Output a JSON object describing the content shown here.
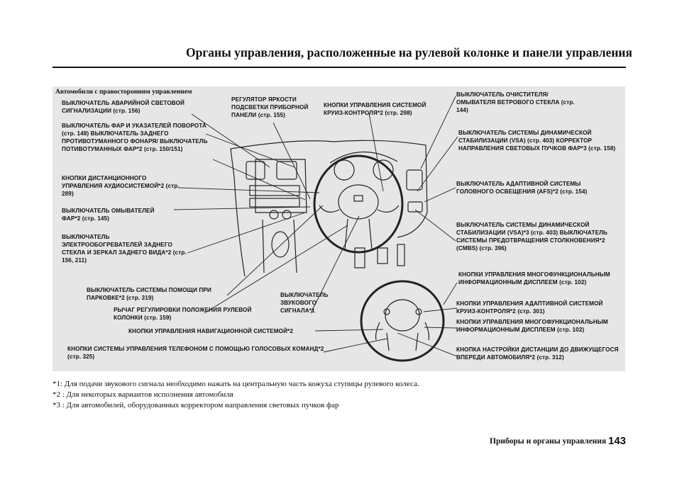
{
  "page": {
    "title": "Органы управления, расположенные на рулевой колонке и панели управления",
    "panel_heading": "Автомобили с правосторонним управлением",
    "page_number": "143",
    "section_footer": "Приборы и органы управления"
  },
  "callouts": {
    "hazard": "ВЫКЛЮЧАТЕЛЬ АВАРИЙНОЙ СВЕТОВОЙ СИГНАЛИЗАЦИИ (стр. 156)",
    "headlights": "ВЫКЛЮЧАТЕЛЬ ФАР И УКАЗАТЕЛЕЙ ПОВОРОТА (стр. 148) ВЫКЛЮЧАТЕЛЬ ЗАДНЕГО ПРОТИВОТУМАННОГО ФОНАРЯ/ ВЫКЛЮЧАТЕЛЬ ПОТИВОТУМАННЫХ ФАР*2 (стр. 150/151)",
    "audio_remote": "КНОПКИ ДИСТАНЦИОННОГО УПРАВЛЕНИЯ АУДИОСИСТЕМОЙ*2 (стр. 289)",
    "headlight_washer": "ВЫКЛЮЧАТЕЛЬ ОМЫВАТЕЛЕЙ ФАР*2 (стр. 145)",
    "rear_defrost": "ВЫКЛЮЧАТЕЛЬ ЭЛЕКТРООБОГРЕВАТЕЛЕЙ ЗАДНЕГО СТЕКЛА И ЗЕРКАЛ ЗАДНЕГО ВИДА*2 (стр. 156, 211)",
    "parking_assist": "ВЫКЛЮЧАТЕЛЬ СИСТЕМЫ ПОМОЩИ ПРИ ПАРКОВКЕ*2 (стр. 319)",
    "column_adjust": "РЫЧАГ РЕГУЛИРОВКИ ПОЛОЖЕНИЯ РУЛЕВОЙ КОЛОНКИ (стр. 159)",
    "nav_buttons": "КНОПКИ УПРАВЛЕНИЯ НАВИГАЦИОННОЙ СИСТЕМОЙ*2",
    "phone_buttons": "КНОПКИ СИСТЕМЫ УПРАВЛЕНИЯ ТЕЛЕФОНОМ С ПОМОЩЬЮ ГОЛОСОВЫХ КОМАНД*2 (стр. 325)",
    "dimmer": "РЕГУЛЯТОР ЯРКОСТИ ПОДСВЕТКИ ПРИБОРНОЙ ПАНЕЛИ (стр. 155)",
    "cruise": "КНОПКИ УПРАВЛЕНИЯ СИСТЕМОЙ КРУИЗ-КОНТРОЛЯ*2 (стр. 298)",
    "horn": "ВЫКЛЮЧАТЕЛЬ ЗВУКОВОГО СИГНАЛА*1",
    "wipers": "ВЫКЛЮЧАТЕЛЬ ОЧИСТИТЕЛЯ/ ОМЫВАТЕЛЯ ВЕТРОВОГО СТЕКЛА (стр. 144)",
    "vsa_leveling": "ВЫКЛЮЧАТЕЛЬ СИСТЕМЫ ДИНАМИЧЕСКОЙ СТАБИЛИЗАЦИИ (VSA) (стр. 403) КОРРЕКТОР НАПРАВЛЕНИЯ СВЕТОВЫХ ПУЧКОВ ФАР*3 (стр. 158)",
    "afs": "ВЫКЛЮЧАТЕЛЬ АДАПТИВНОЙ СИСТЕМЫ ГОЛОВНОГО ОСВЕЩЕНИЯ (AFS)*2 (стр. 154)",
    "vsa_cmbs": "ВЫКЛЮЧАТЕЛЬ СИСТЕМЫ ДИНАМИЧЕСКОЙ СТАБИЛИЗАЦИИ (VSA)*3 (стр. 403) ВЫКЛЮЧАТЕЛЬ СИСТЕМЫ ПРЕДОТВРАЩЕНИЯ СТОЛКНОВЕНИЯ*2 (CMBS) (стр. 396)",
    "mid_buttons_1": "КНОПКИ УПРАВЛЕНИЯ МНОГОФУНКЦИОНАЛЬНЫМ ИНФОРМАЦИОННЫМ ДИСПЛЕЕМ (стр. 102)",
    "acc_buttons": "КНОПКИ УПРАВЛЕНИЯ АДАПТИВНОЙ СИСТЕМОЙ КРУИЗ-КОНТРОЛЯ*2 (стр. 301)",
    "mid_buttons_2": "КНОПКИ УПРАВЛЕНИЯ МНОГОФУНКЦИОНАЛЬНЫМ ИНФОРМАЦИОННЫМ ДИСПЛЕЕМ (стр. 102)",
    "distance": "КНОПКА НАСТРОЙКИ ДИСТАНЦИИ ДО ДВИЖУЩЕГОСЯ ВПЕРЕДИ АВТОМОБИЛЯ*2 (стр. 312)"
  },
  "footnotes": [
    "*1: Для подачи звукового сигнала необходимо нажать на центральную часть кожуха ступицы рулевого колеса.",
    "*2 : Для некоторых вариантов исполнения автомобиля",
    "*3 : Для автомобилей, оборудованных корректором направления световых пучков фар"
  ]
}
